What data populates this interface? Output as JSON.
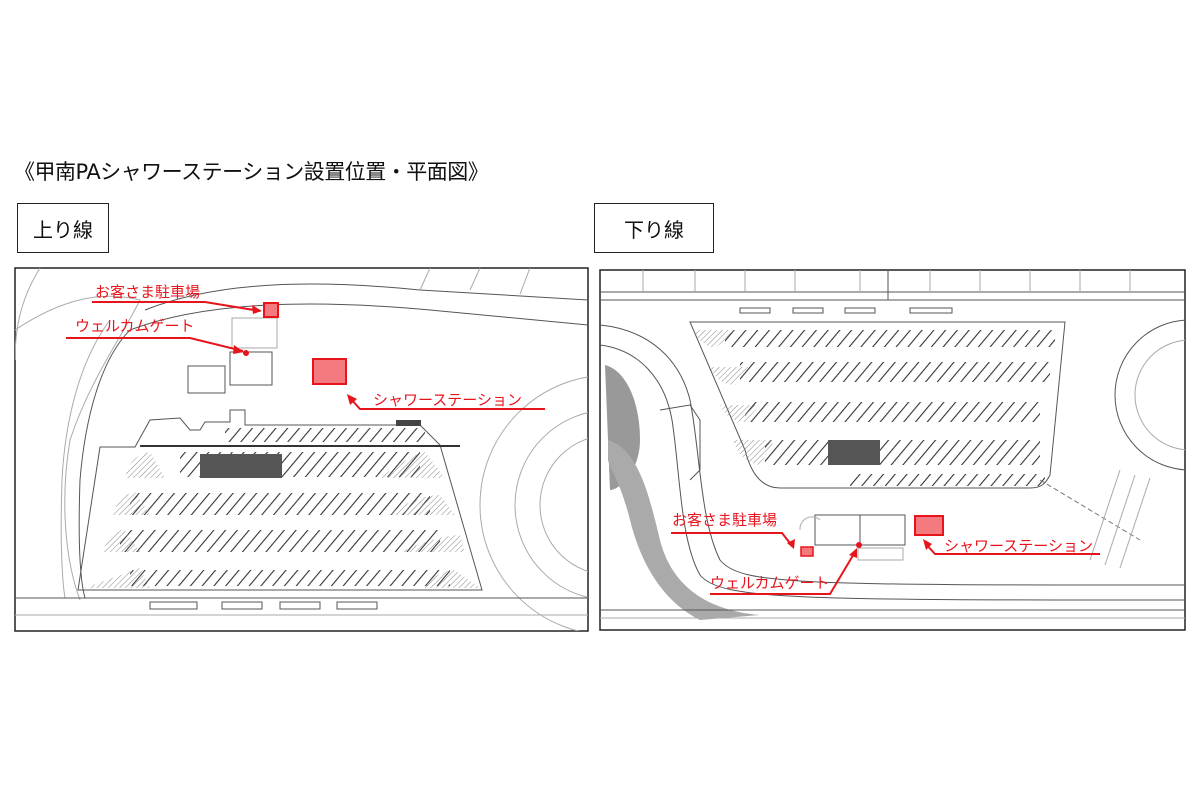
{
  "title": "《甲南PAシャワーステーション設置位置・平面図》",
  "panels": {
    "up": {
      "label": "上り線",
      "annotations": {
        "parking": "お客さま駐車場",
        "gate": "ウェルカムゲート",
        "shower": "シャワーステーション"
      }
    },
    "down": {
      "label": "下り線",
      "annotations": {
        "parking": "お客さま駐車場",
        "gate": "ウェルカムゲート",
        "shower": "シャワーステーション"
      }
    }
  },
  "colors": {
    "accent": "#e8141c",
    "marker_fill": "#f47a7f"
  }
}
